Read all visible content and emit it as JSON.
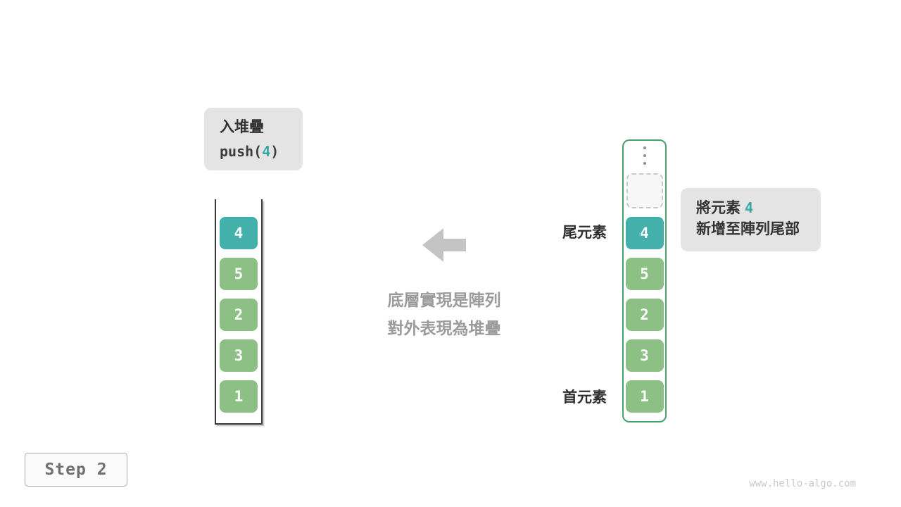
{
  "colors": {
    "teal_cell": "#43b0ab",
    "green_cell": "#8cc084",
    "array_border": "#46a16d",
    "label_box_bg": "#e4e4e4",
    "accent_text": "#35a8a2",
    "muted_text": "#9b9b9b",
    "arrow_gray": "#c4c4c4"
  },
  "push_label": {
    "title": "入堆疊",
    "code_prefix": "push(",
    "code_value": "4",
    "code_suffix": ")"
  },
  "stack": {
    "values": [
      "4",
      "5",
      "2",
      "3",
      "1"
    ]
  },
  "middle_text": {
    "line1": "底層實現是陣列",
    "line2": "對外表現為堆疊"
  },
  "array": {
    "tail_label": "尾元素",
    "head_label": "首元素",
    "values": [
      "4",
      "5",
      "2",
      "3",
      "1"
    ]
  },
  "note": {
    "line1_prefix": "將元素",
    "line1_value": "4",
    "line2": "新增至陣列尾部"
  },
  "footer": {
    "step_label": "Step 2",
    "watermark": "www.hello-algo.com"
  }
}
